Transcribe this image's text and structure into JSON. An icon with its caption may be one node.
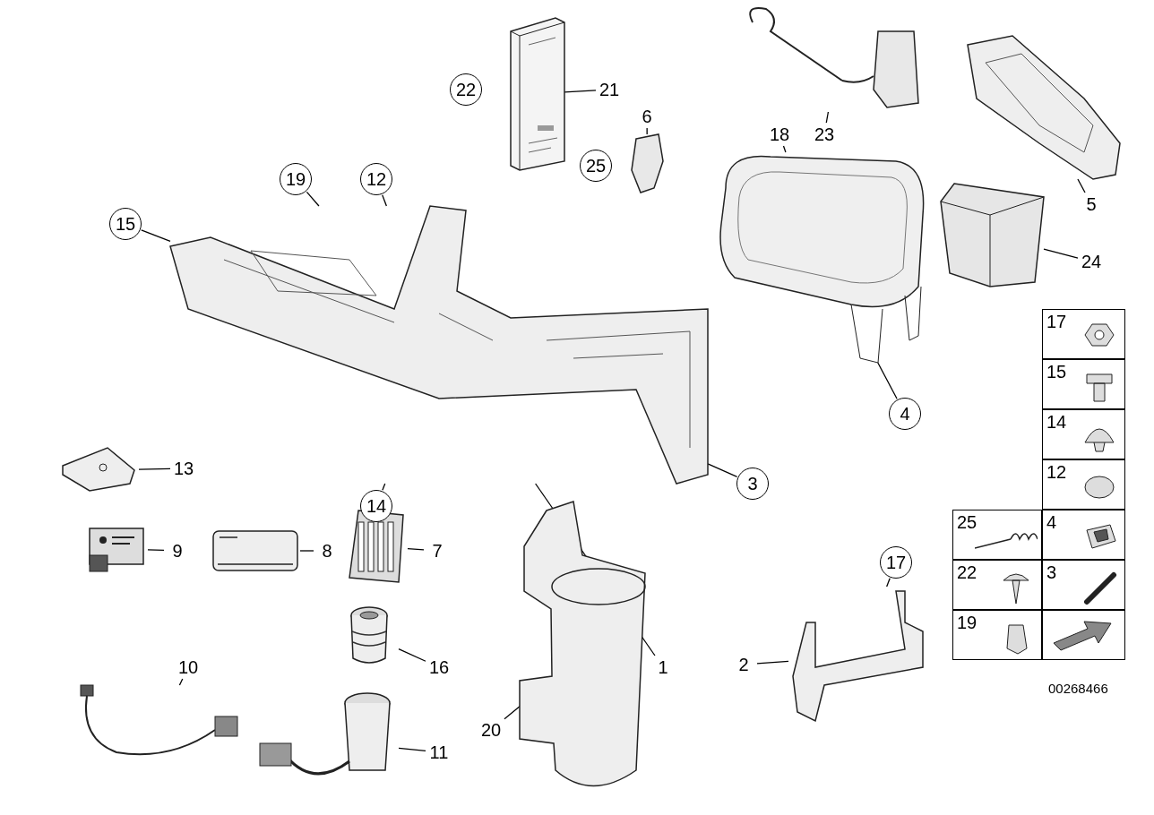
{
  "diagram": {
    "nodes": [
      {
        "text": [],
        "shape": "picture"
      },
      {
        "text": [
          "15"
        ]
      },
      {
        "text": [
          "19"
        ]
      },
      {
        "text": [
          "12"
        ]
      },
      {
        "text": [],
        "shape": "picture"
      },
      {
        "text": [
          "21"
        ]
      },
      {
        "text": [],
        "shape": "picture"
      },
      {
        "text": [
          "6"
        ]
      },
      {
        "text": [],
        "shape": "picture"
      },
      {
        "text": [
          "18"
        ]
      },
      {
        "text": [],
        "shape": "picture"
      },
      {
        "text": [
          "23"
        ]
      },
      {
        "text": [],
        "shape": "picture"
      },
      {
        "text": [
          "5"
        ]
      },
      {
        "text": [],
        "shape": "picture"
      },
      {
        "text": [
          "24"
        ]
      },
      {
        "text": [
          "4"
        ]
      },
      {
        "text": [
          "14"
        ]
      },
      {
        "text": [
          "3"
        ]
      },
      {
        "text": [],
        "shape": "picture"
      },
      {
        "text": [
          "13"
        ]
      },
      {
        "text": [],
        "shape": "picture"
      },
      {
        "text": [
          "9"
        ]
      },
      {
        "text": [],
        "shape": "picture"
      },
      {
        "text": [
          "8"
        ]
      },
      {
        "text": [],
        "shape": "picture"
      },
      {
        "text": [
          "7"
        ]
      },
      {
        "text": [
          "1"
        ]
      },
      {
        "text": [],
        "shape": "picture"
      },
      {
        "text": [
          "17"
        ]
      },
      {
        "text": [
          "2"
        ]
      },
      {
        "text": [],
        "shape": "picture"
      },
      {
        "text": [
          "10"
        ]
      },
      {
        "text": [],
        "shape": "picture"
      },
      {
        "text": [
          "16"
        ]
      },
      {
        "text": [],
        "shape": "picture"
      },
      {
        "text": [
          "11"
        ]
      },
      {
        "text": [],
        "shape": "picture"
      },
      {
        "text": [
          "20"
        ]
      },
      {
        "text": [
          "22"
        ]
      },
      {
        "text": [
          "25"
        ]
      }
    ],
    "edges": [
      {
        "from": 1,
        "to": 0,
        "arrow": "none"
      },
      {
        "from": 2,
        "to": 0,
        "arrow": "none"
      },
      {
        "from": 3,
        "to": 0,
        "arrow": "none"
      },
      {
        "from": 5,
        "to": 4,
        "arrow": "none"
      },
      {
        "from": 7,
        "to": 6,
        "arrow": "none"
      },
      {
        "from": 9,
        "to": 8,
        "arrow": "none"
      },
      {
        "from": 11,
        "to": 10,
        "arrow": "none"
      },
      {
        "from": 13,
        "to": 12,
        "arrow": "none"
      },
      {
        "from": 15,
        "to": 14,
        "arrow": "none"
      },
      {
        "from": 16,
        "to": 8,
        "arrow": "none"
      },
      {
        "from": 17,
        "to": 0,
        "arrow": "none"
      },
      {
        "from": 18,
        "to": 0,
        "arrow": "none"
      },
      {
        "from": 20,
        "to": 19,
        "arrow": "none"
      },
      {
        "from": 22,
        "to": 21,
        "arrow": "none"
      },
      {
        "from": 24,
        "to": 23,
        "arrow": "none"
      },
      {
        "from": 26,
        "to": 25,
        "arrow": "none"
      },
      {
        "from": 27,
        "to": 0,
        "arrow": "none"
      },
      {
        "from": 29,
        "to": 28,
        "arrow": "none"
      },
      {
        "from": 30,
        "to": 28,
        "arrow": "none"
      },
      {
        "from": 32,
        "to": 31,
        "arrow": "none"
      },
      {
        "from": 34,
        "to": 33,
        "arrow": "none"
      },
      {
        "from": 36,
        "to": 35,
        "arrow": "none"
      },
      {
        "from": 38,
        "to": 37,
        "arrow": "none"
      }
    ],
    "labels": [
      "17",
      "15",
      "14",
      "12",
      "25",
      "4",
      "22",
      "3",
      "19",
      "00268466"
    ]
  }
}
